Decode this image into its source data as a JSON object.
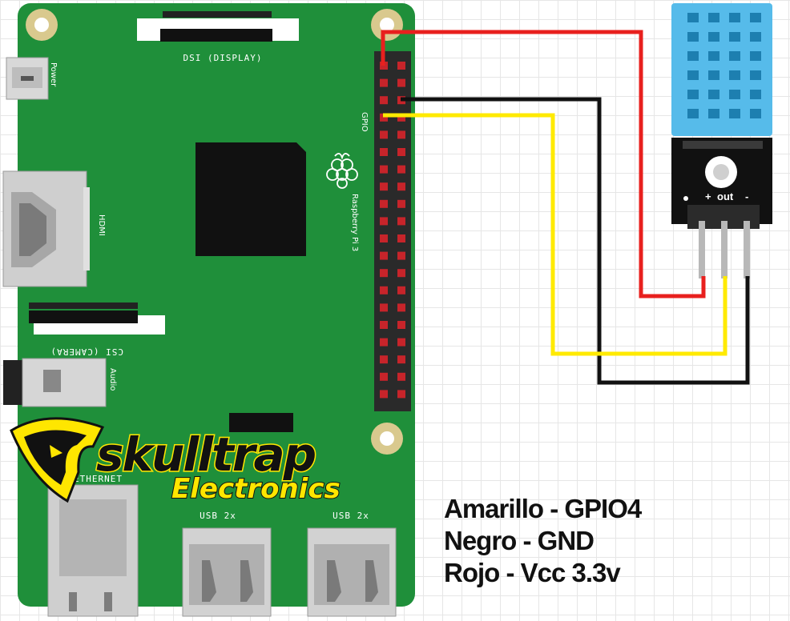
{
  "board": {
    "name": "Raspberry Pi 3",
    "labels": {
      "dsi": "DSI (DISPLAY)",
      "power": "Power",
      "hdmi": "HDMI",
      "gpio": "GPIO",
      "csi": "CSI (CAMERA)",
      "audio": "Audio",
      "ethernet": "ETHERNET",
      "usb1": "USB 2x",
      "usb2": "USB 2x"
    },
    "colors": {
      "pcb": "#1f8f3a",
      "pins": "#c7242a"
    }
  },
  "sensor": {
    "labels": {
      "plus": "+",
      "out": "out",
      "minus": "-"
    },
    "colors": {
      "cover": "#56bbea",
      "board": "#111111"
    }
  },
  "wires": [
    {
      "color_name": "Rojo",
      "hex": "#e8201e"
    },
    {
      "color_name": "Negro",
      "hex": "#111111"
    },
    {
      "color_name": "Amarillo",
      "hex": "#ffea00"
    }
  ],
  "logo": {
    "main": "skulltrap",
    "sub": "Electronics"
  },
  "legend": [
    "Amarillo - GPIO4",
    "Negro - GND",
    "Rojo - Vcc 3.3v"
  ]
}
